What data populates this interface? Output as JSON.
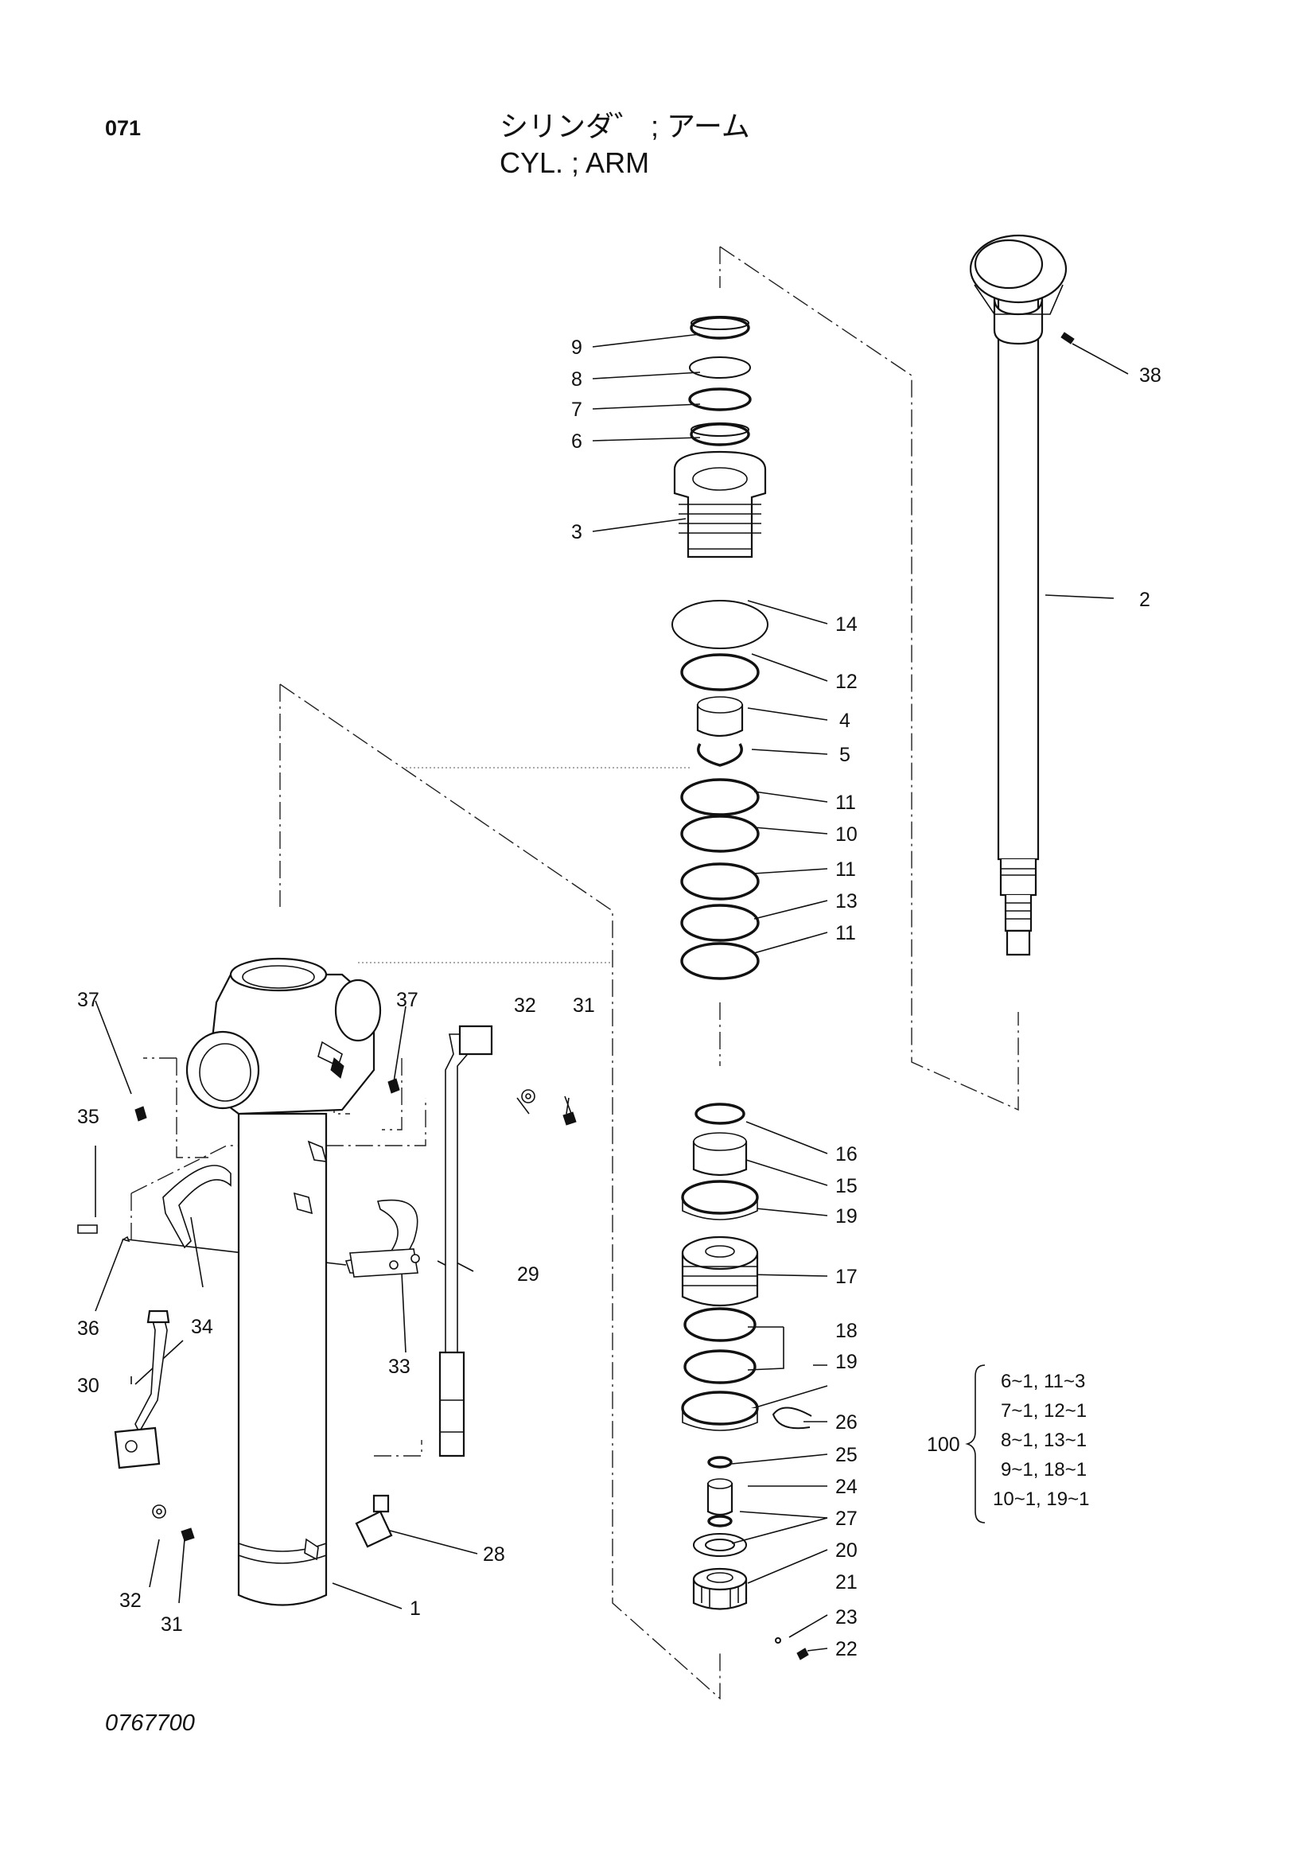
{
  "page_number": "071",
  "title_jp": "シリンダ゛ ; アーム",
  "title_en": "CYL. ; ARM",
  "doc_number": "0767700",
  "callouts": [
    "1",
    "2",
    "3",
    "4",
    "5",
    "6",
    "7",
    "8",
    "9",
    "10",
    "11",
    "11",
    "11",
    "12",
    "13",
    "14",
    "15",
    "16",
    "17",
    "18",
    "19",
    "19",
    "20",
    "21",
    "22",
    "23",
    "24",
    "25",
    "26",
    "27",
    "28",
    "29",
    "30",
    "31",
    "31",
    "32",
    "32",
    "33",
    "34",
    "35",
    "36",
    "37",
    "37",
    "38"
  ],
  "kit": {
    "label": "100",
    "items": [
      "6~1, 11~3",
      "7~1, 12~1",
      "8~1, 13~1",
      "9~1, 18~1",
      "10~1, 19~1"
    ]
  }
}
